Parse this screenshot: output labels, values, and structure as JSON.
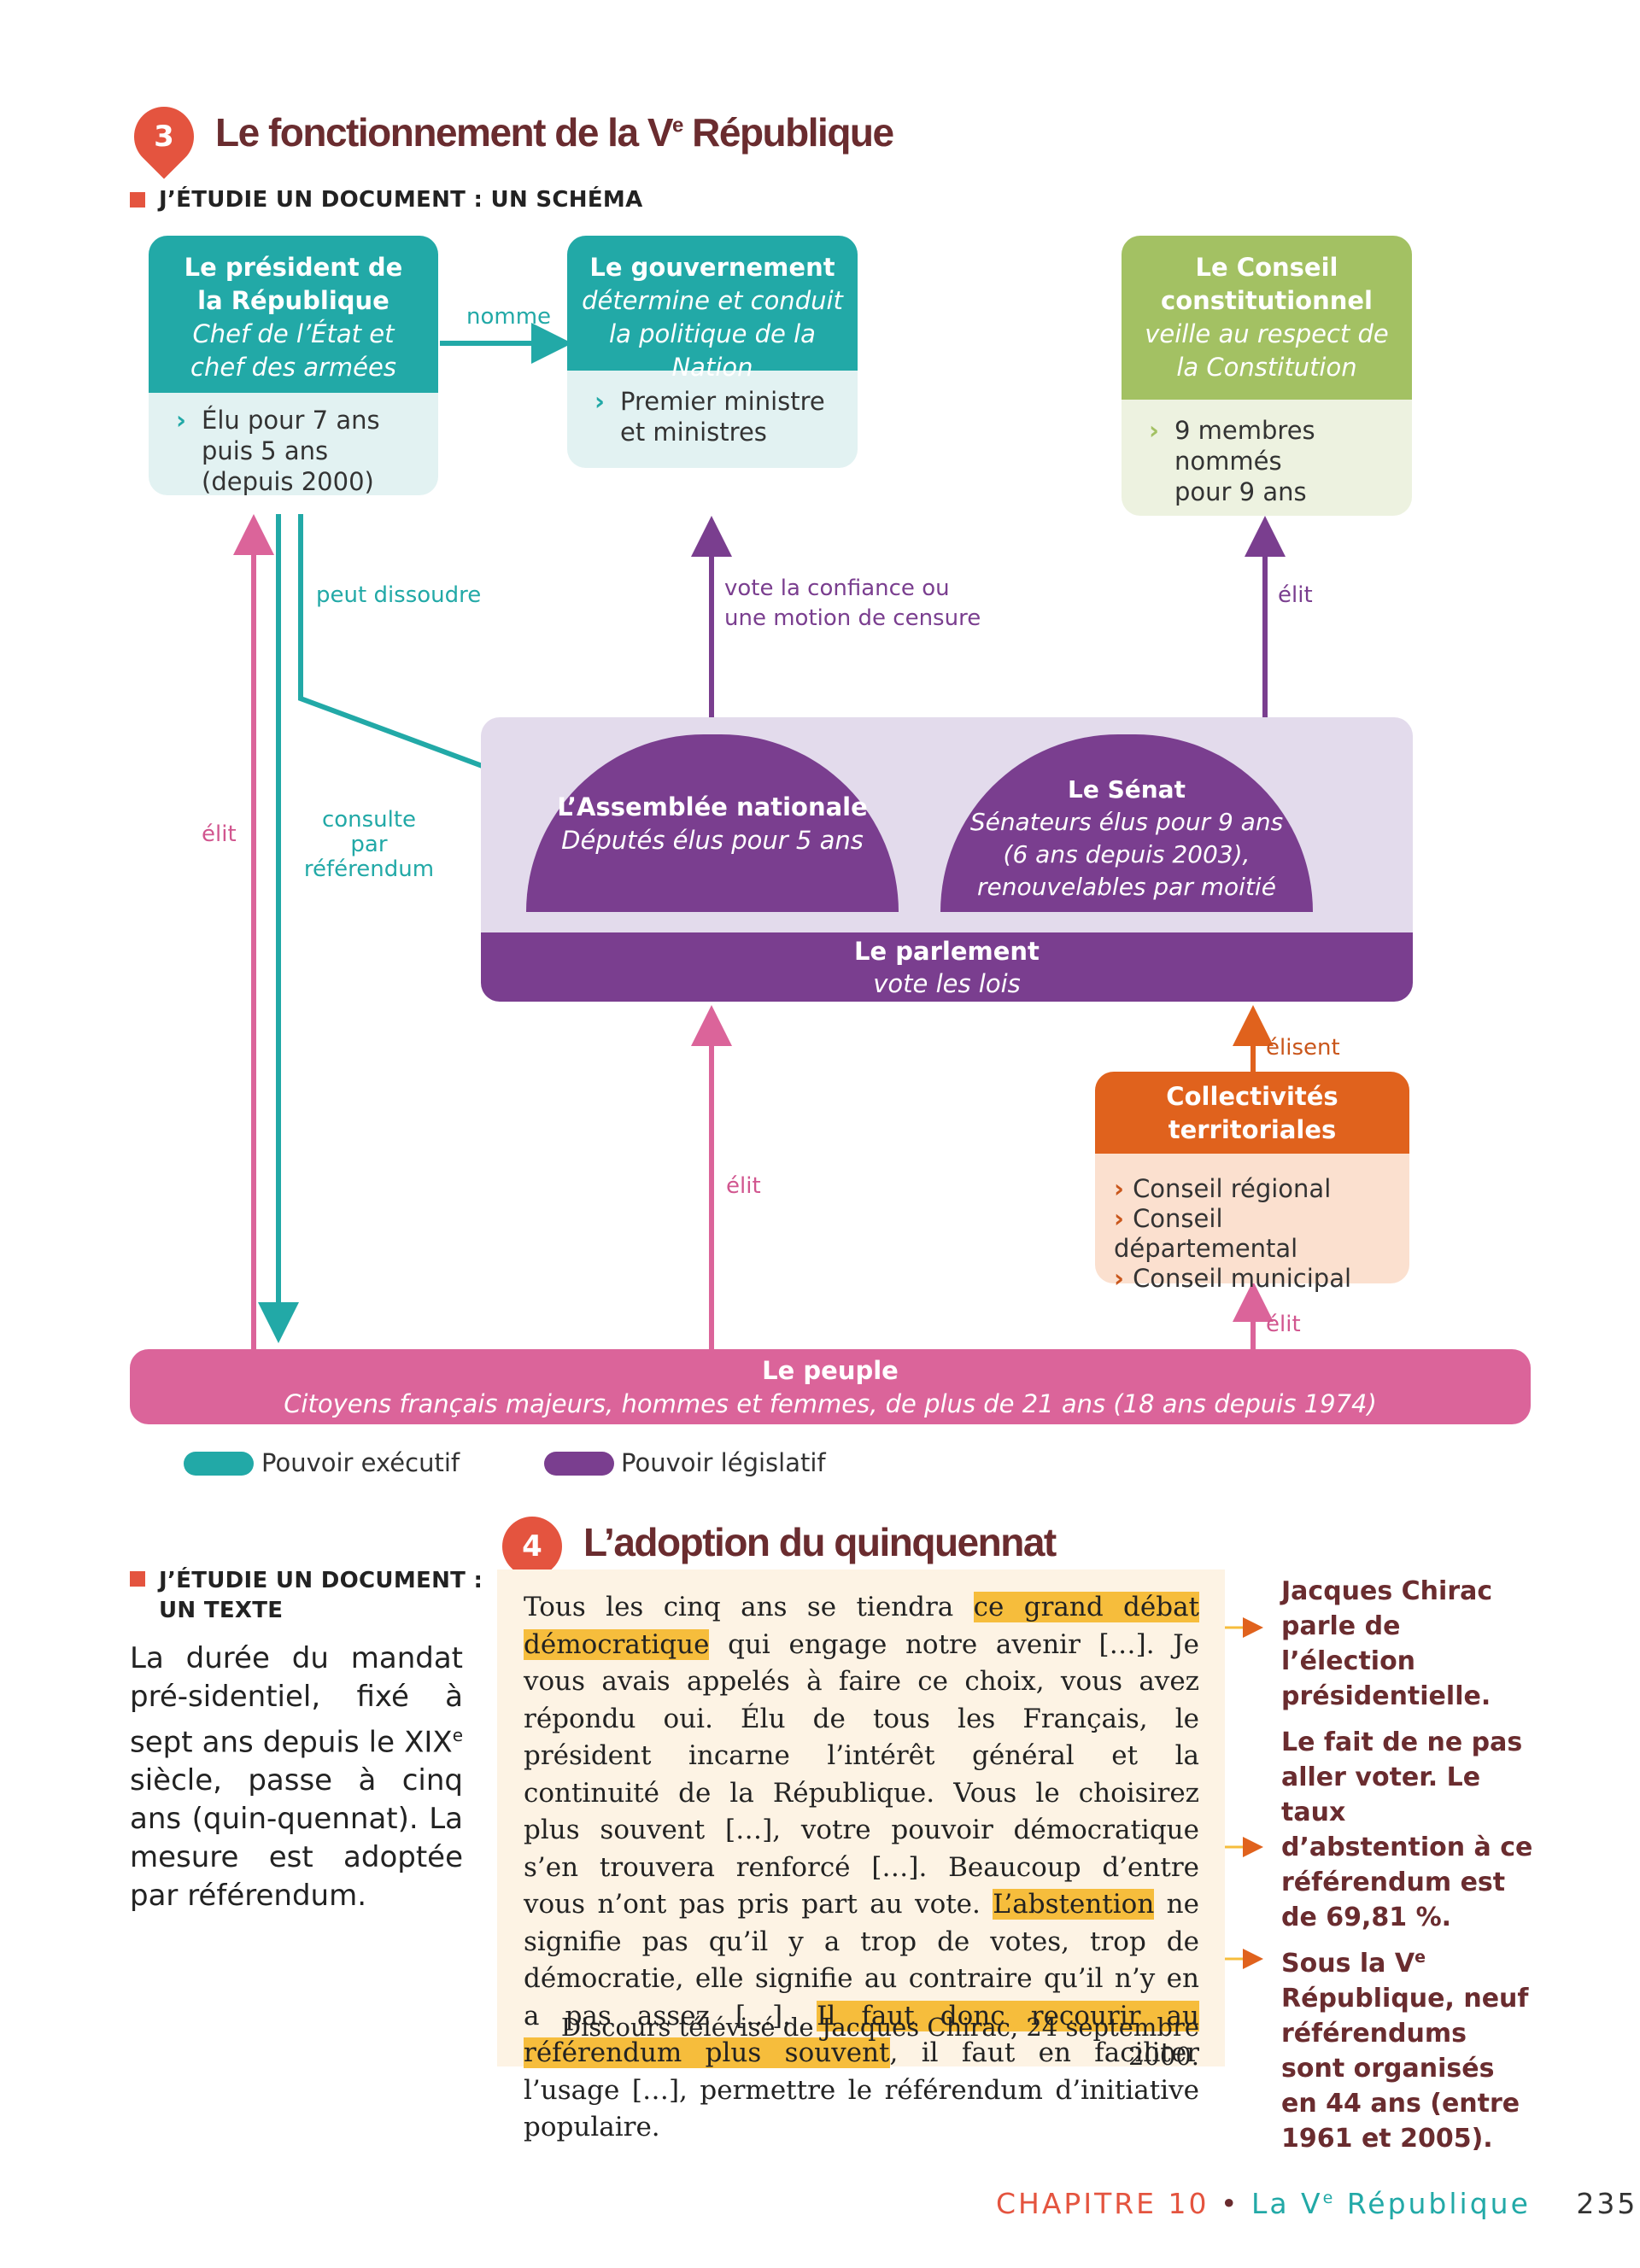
{
  "section3": {
    "number": "3",
    "title": "Le fonctionnement de la V",
    "title_sup": "e",
    "title_end": " République",
    "kicker": "J’ÉTUDIE UN DOCUMENT : UN SCHÉMA"
  },
  "president": {
    "title1": "Le président de",
    "title2": "la République",
    "sub1": "Chef de l’État et",
    "sub2": "chef des armées",
    "body1": "Élu pour 7 ans",
    "body2": "puis 5 ans",
    "body3": "(depuis 2000)"
  },
  "gouvernement": {
    "title": "Le gouvernement",
    "sub1": "détermine et conduit",
    "sub2": "la politique de la Nation",
    "body1": "Premier ministre",
    "body2": "et ministres"
  },
  "conseil": {
    "title1": "Le Conseil",
    "title2": "constitutionnel",
    "sub1": "veille au respect de",
    "sub2": "la Constitution",
    "body1": "9 membres nommés",
    "body2": "pour 9 ans"
  },
  "assemblee": {
    "title": "L’Assemblée nationale",
    "sub": "Députés élus pour 5 ans"
  },
  "senat": {
    "title": "Le Sénat",
    "sub1": "Sénateurs élus pour 9 ans",
    "sub2": "(6 ans depuis 2003),",
    "sub3": "renouvelables par moitié"
  },
  "parlement": {
    "title": "Le parlement",
    "sub": "vote les lois"
  },
  "collectivites": {
    "title1": "Collectivités",
    "title2": "territoriales",
    "items": [
      "Conseil régional",
      "Conseil départemental",
      "Conseil municipal"
    ]
  },
  "peuple": {
    "title": "Le peuple",
    "sub": "Citoyens français majeurs, hommes et femmes, de plus de 21 ans (18 ans depuis 1974)"
  },
  "arrows": {
    "nomme": "nomme",
    "peut_dissoudre": "peut dissoudre",
    "vote_confiance1": "vote la confiance ou",
    "vote_confiance2": "une motion de censure",
    "elit": "élit",
    "elisent": "élisent",
    "consulte1": "consulte",
    "consulte2": "par référendum"
  },
  "legend": {
    "executif": "Pouvoir exécutif",
    "legislatif": "Pouvoir législatif"
  },
  "colors": {
    "teal": "#22a9a7",
    "purple": "#7a3e8f",
    "green": "#a3c163",
    "orange": "#e0621d",
    "pink": "#db649a",
    "highlight": "#f6bd3c"
  },
  "section4": {
    "number": "4",
    "title": "L’adoption du quinquennat",
    "kicker1": "J’ÉTUDIE UN DOCUMENT :",
    "kicker2": "UN TEXTE",
    "intro": "La durée du mandat présidentiel, fixé à sept ans depuis le XIXe siècle, passe à cinq ans (quinquennat). La mesure est adoptée par référendum.",
    "quote": "Tous les cinq ans se tiendra ce grand débat démocratique qui engage notre avenir […]. Je vous avais appelés à faire ce choix, vous avez répondu oui. Élu de tous les Français, le président incarne l’intérêt général et la continuité de la République. Vous le choisirez plus souvent […], votre pouvoir démocratique s’en trouvera renforcé […]. Beaucoup d’entre vous n’ont pas pris part au vote. L’abstention ne signifie pas qu’il y a trop de votes, trop de démocratie, elle signifie au contraire qu’il n’y en a pas assez […]. Il faut donc recourir au référendum plus souvent, il faut en faciliter l’usage […], permettre le référendum d’initiative populaire.",
    "source": "Discours télévisé de Jacques Chirac, 24 septembre 2000.",
    "note1": "Jacques Chirac parle de l’élection présidentielle.",
    "note2": "Le fait de ne pas aller voter. Le taux d’abstention à ce référendum est de 69,81 %.",
    "note3": "Sous la Ve République, neuf référendums sont organisés en 44 ans (entre 1961 et 2005)."
  },
  "footer": {
    "chapter": "CHAPITRE 10",
    "bullet": "•",
    "title": "La V",
    "title_sup": "e",
    "title_end": " République",
    "page": "235"
  }
}
